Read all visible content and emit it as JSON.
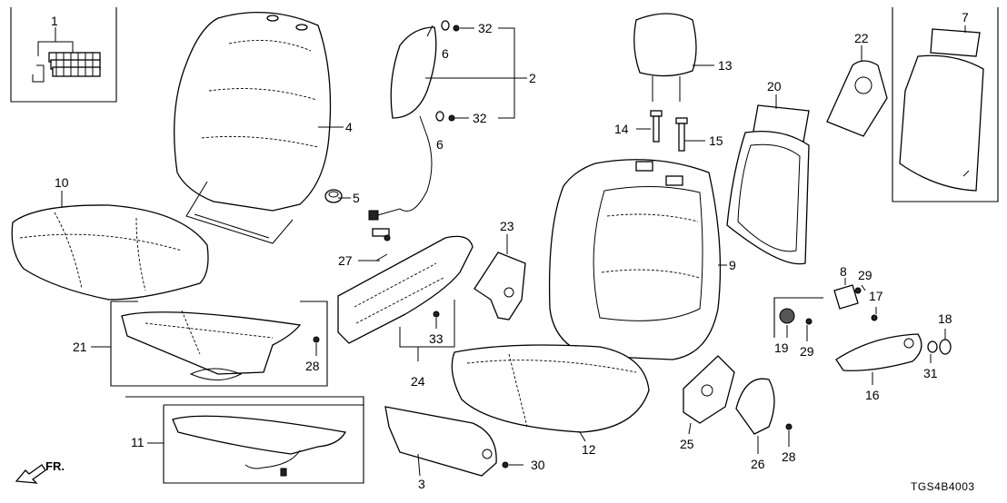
{
  "diagram_code": "TGS4B4003",
  "direction_label": "FR.",
  "callouts": {
    "c1": "1",
    "c2": "2",
    "c3": "3",
    "c4": "4",
    "c5": "5",
    "c6a": "6",
    "c6b": "6",
    "c7": "7",
    "c8": "8",
    "c9": "9",
    "c10": "10",
    "c11": "11",
    "c12": "12",
    "c13": "13",
    "c14": "14",
    "c15": "15",
    "c16": "16",
    "c17": "17",
    "c18": "18",
    "c19": "19",
    "c20": "20",
    "c21": "21",
    "c22": "22",
    "c23": "23",
    "c24": "24",
    "c25": "25",
    "c26": "26",
    "c27": "27",
    "c28a": "28",
    "c28b": "28",
    "c29a": "29",
    "c29b": "29",
    "c30": "30",
    "c31": "31",
    "c32a": "32",
    "c32b": "32",
    "c33": "33"
  },
  "icons": {
    "direction_arrow": "front-arrow-icon",
    "fastener": "screw-icon"
  },
  "colors": {
    "line": "#000000",
    "background": "#ffffff"
  }
}
